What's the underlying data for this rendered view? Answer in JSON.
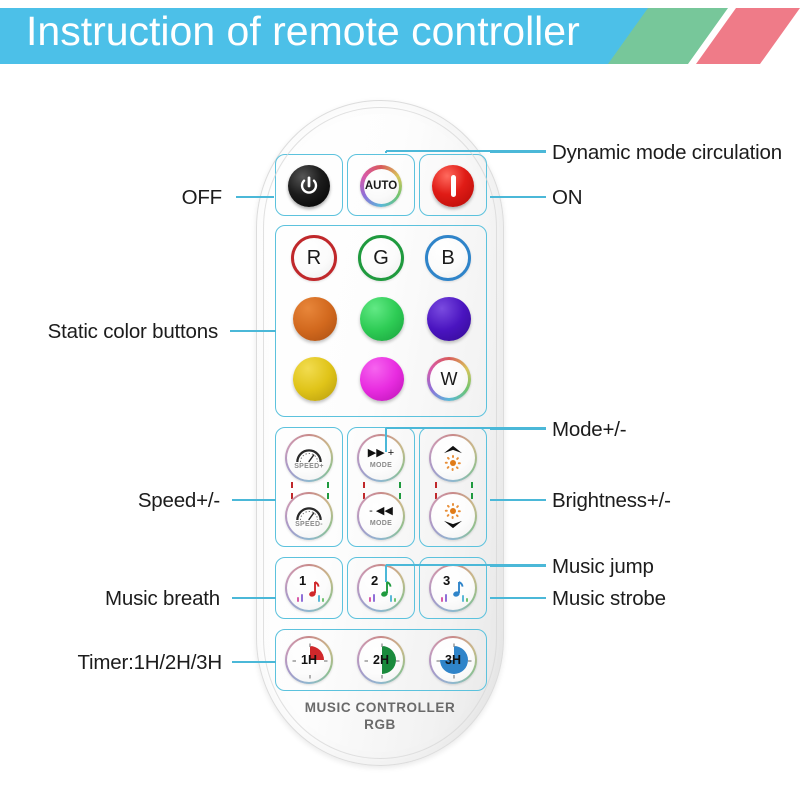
{
  "header": {
    "title": "Instruction of remote controller",
    "banner_blue": "#4cc0e8",
    "banner_green": "#77c79a",
    "banner_pink": "#ef7b88"
  },
  "device": {
    "brand_line1": "MUSIC CONTROLLER",
    "brand_line2": "RGB",
    "leader_color": "#4bb8d8"
  },
  "labels": {
    "off": "OFF",
    "dynamic_mode": "Dynamic mode circulation",
    "on": "ON",
    "static_color": "Static color buttons",
    "mode": "Mode+/-",
    "speed": "Speed+/-",
    "brightness": "Brightness+/-",
    "music_jump": "Music jump",
    "music_breath": "Music breath",
    "music_strobe": "Music strobe",
    "timer": "Timer:1H/2H/3H"
  },
  "buttons": {
    "power_off": {
      "name": "power",
      "icon": "power-icon",
      "color": "#000000"
    },
    "auto": {
      "label": "AUTO",
      "icon": "rainbow-ring-icon"
    },
    "on": {
      "name": "on",
      "icon": "bar-icon",
      "color": "#e01c16"
    },
    "r": {
      "label": "R",
      "ring": "#c0282b"
    },
    "g": {
      "label": "G",
      "ring": "#1f9a3e"
    },
    "b": {
      "label": "B",
      "ring": "#2f84c9"
    },
    "colors": [
      {
        "name": "orange",
        "hex": "#d2691e"
      },
      {
        "name": "green",
        "hex": "#2ecc55"
      },
      {
        "name": "violet",
        "hex": "#4a14c0"
      },
      {
        "name": "yellow",
        "hex": "#e0c419"
      },
      {
        "name": "magenta",
        "hex": "#e82ce0"
      },
      {
        "name": "white",
        "label": "W"
      }
    ],
    "speed_up": {
      "caption": "SPEED+",
      "icon": "gauge-icon"
    },
    "speed_down": {
      "caption": "SPEED-",
      "icon": "gauge-icon"
    },
    "mode_up": {
      "caption": "MODE",
      "glyph": "▶▶ +",
      "icon": "fast-forward-icon"
    },
    "mode_down": {
      "caption": "MODE",
      "glyph": "- ◀◀",
      "icon": "rewind-icon"
    },
    "bright_up": {
      "icon": "chevron-up-sun-icon"
    },
    "bright_down": {
      "icon": "sun-chevron-down-icon"
    },
    "music": [
      {
        "label": "1",
        "note_color": "#d0282b"
      },
      {
        "label": "2",
        "note_color": "#1f9a3e"
      },
      {
        "label": "3",
        "note_color": "#2f84c9"
      }
    ],
    "timer": [
      {
        "label": "1H",
        "hex": "#d0282b"
      },
      {
        "label": "2H",
        "hex": "#1a8a3c"
      },
      {
        "label": "3H",
        "hex": "#2f84c9"
      }
    ]
  }
}
